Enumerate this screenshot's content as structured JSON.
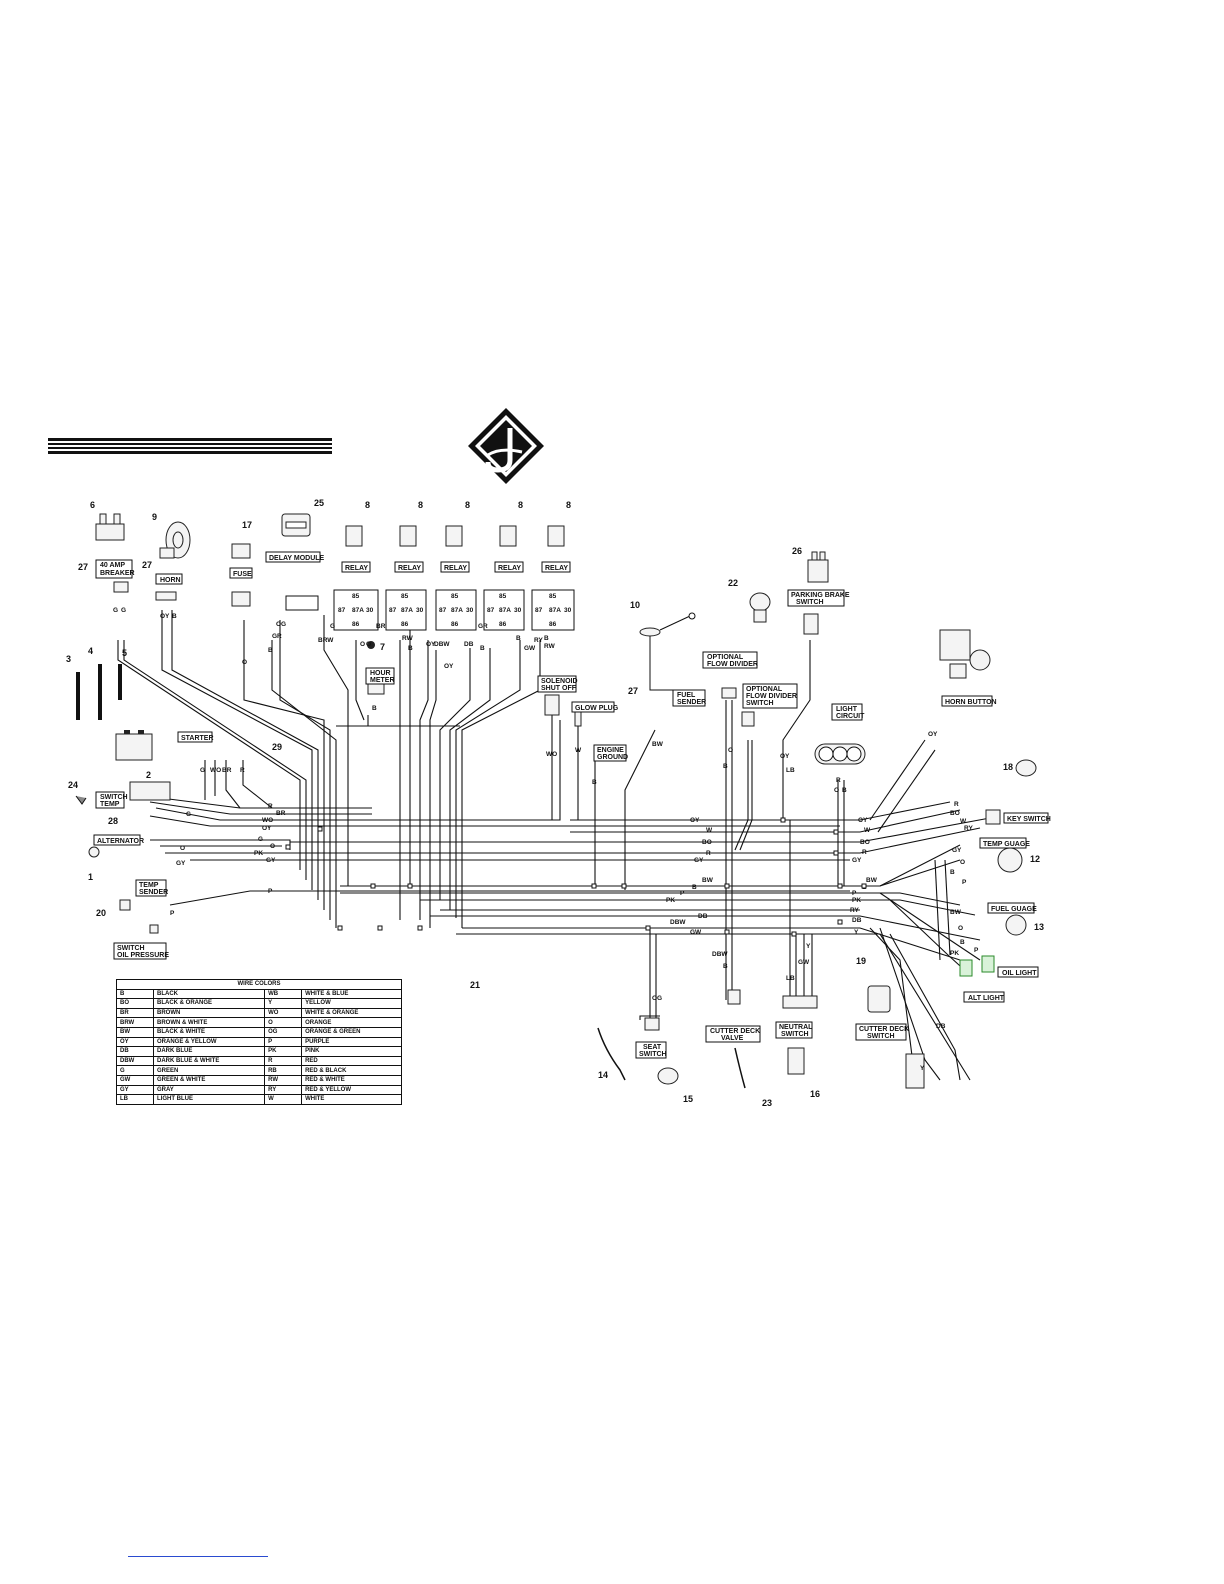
{
  "callouts": {
    "n1": "1",
    "n2": "2",
    "n3": "3",
    "n4": "4",
    "n5": "5",
    "n6": "6",
    "n7": "7",
    "n8a": "8",
    "n8b": "8",
    "n8c": "8",
    "n8d": "8",
    "n8e": "8",
    "n9": "9",
    "n10": "10",
    "n12": "12",
    "n13": "13",
    "n14": "14",
    "n15": "15",
    "n16": "16",
    "n17": "17",
    "n18": "18",
    "n19": "19",
    "n20": "20",
    "n21": "21",
    "n22": "22",
    "n23": "23",
    "n24": "24",
    "n25": "25",
    "n26": "26",
    "n27a": "27",
    "n27b": "27",
    "n27c": "27",
    "n28": "28",
    "n29": "29"
  },
  "labels": {
    "breaker_line1": "40 AMP",
    "breaker_line2": "BREAKER",
    "horn": "HORN",
    "fuse": "FUSE",
    "delay_module": "DELAY MODULE",
    "relay": "RELAY",
    "starter": "STARTER",
    "switch_temp_line1": "SWITCH",
    "switch_temp_line2": "TEMP",
    "alternator": "ALTERNATOR",
    "temp_sender_line1": "TEMP",
    "temp_sender_line2": "SENDER",
    "oil_pressure_line1": "SWITCH",
    "oil_pressure_line2": "OIL PRESSURE",
    "hour_meter_line1": "HOUR",
    "hour_meter_line2": "METER",
    "solenoid_line1": "SOLENOID",
    "solenoid_line2": "SHUT OFF",
    "glow_plug": "GLOW PLUG",
    "engine_ground_line1": "ENGINE",
    "engine_ground_line2": "GROUND",
    "fuel_sender_line1": "FUEL",
    "fuel_sender_line2": "SENDER",
    "flow_divider_line1": "OPTIONAL",
    "flow_divider_line2": "FLOW DIVIDER",
    "fd_switch_line1": "OPTIONAL",
    "fd_switch_line2": "FLOW DIVIDER",
    "fd_switch_line3": "SWITCH",
    "parking_line1": "PARKING BRAKE",
    "parking_line2": "SWITCH",
    "horn_button": "HORN BUTTON",
    "light_circuit_line1": "LIGHT",
    "light_circuit_line2": "CIRCUIT",
    "key_switch": "KEY SWITCH",
    "temp_guage": "TEMP GUAGE",
    "fuel_guage": "FUEL GUAGE",
    "oil_light": "OIL LIGHT",
    "alt_light": "ALT LIGHT",
    "seat_line1": "SEAT",
    "seat_line2": "SWITCH",
    "cutter_valve_line1": "CUTTER DECK",
    "cutter_valve_line2": "VALVE",
    "neutral_line1": "NEUTRAL",
    "neutral_line2": "SWITCH",
    "cutter_switch_line1": "CUTTER DECK",
    "cutter_switch_line2": "SWITCH"
  },
  "wire_labels": {
    "left_top": [
      "R",
      "BR",
      "WO",
      "OY"
    ],
    "left_mid": [
      "G",
      "O",
      "PK",
      "GY"
    ],
    "left_low": [
      "P"
    ],
    "main_trunk": [
      "OY",
      "W",
      "BO",
      "R",
      "GY",
      "BW",
      "B",
      "P",
      "PK",
      "DB",
      "DBW",
      "GW",
      "Y"
    ],
    "right_trunk": [
      "OY",
      "W",
      "BO",
      "R",
      "GY",
      "BW",
      "B",
      "P",
      "PK",
      "RY",
      "DB",
      "Y"
    ],
    "key_switch_pins": [
      "R",
      "BO",
      "W",
      "RY"
    ],
    "breaker_wires": [
      "G",
      "G"
    ],
    "horn_wires": [
      "OY",
      "B"
    ],
    "starter_wires": [
      "G",
      "WO",
      "BR",
      "R"
    ],
    "relay_wires": [
      "G",
      "BRW",
      "OG",
      "GR",
      "B",
      "O",
      "BR",
      "O",
      "O",
      "RW",
      "B",
      "OY",
      "DBW",
      "OY",
      "DB",
      "B",
      "GR",
      "B",
      "GW",
      "RY",
      "B",
      "RW"
    ],
    "misc": [
      "WO",
      "W",
      "B",
      "BW",
      "B",
      "O",
      "B",
      "OY",
      "LB",
      "R",
      "O",
      "B",
      "OY",
      "OG",
      "DBW",
      "B",
      "LB",
      "GW",
      "Y",
      "DB",
      "GY",
      "O",
      "B",
      "P",
      "BW",
      "O",
      "B",
      "PK",
      "P",
      "Y",
      "G",
      "O",
      "GY",
      "P"
    ]
  },
  "relay_pins": {
    "r1": [
      "85",
      "87",
      "87A",
      "30",
      "86"
    ],
    "r2": [
      "85",
      "87",
      "87A",
      "30",
      "86"
    ],
    "r3": [
      "85",
      "87",
      "87A",
      "30",
      "86"
    ],
    "r4": [
      "85",
      "87",
      "87A",
      "30",
      "86"
    ],
    "r5": [
      "85",
      "87",
      "87A",
      "30",
      "86"
    ]
  },
  "wire_colors": {
    "title": "WIRE COLORS",
    "rows": [
      [
        "B",
        "BLACK",
        "WB",
        "WHITE & BLUE"
      ],
      [
        "BO",
        "BLACK & ORANGE",
        "Y",
        "YELLOW"
      ],
      [
        "BR",
        "BROWN",
        "WO",
        "WHITE & ORANGE"
      ],
      [
        "BRW",
        "BROWN & WHITE",
        "O",
        "ORANGE"
      ],
      [
        "BW",
        "BLACK & WHITE",
        "OG",
        "ORANGE & GREEN"
      ],
      [
        "OY",
        "ORANGE & YELLOW",
        "P",
        "PURPLE"
      ],
      [
        "DB",
        "DARK BLUE",
        "PK",
        "PINK"
      ],
      [
        "DBW",
        "DARK BLUE & WHITE",
        "R",
        "RED"
      ],
      [
        "G",
        "GREEN",
        "RB",
        "RED & BLACK"
      ],
      [
        "GW",
        "GREEN & WHITE",
        "RW",
        "RED & WHITE"
      ],
      [
        "GY",
        "GRAY",
        "RY",
        "RED & YELLOW"
      ],
      [
        "LB",
        "LIGHT BLUE",
        "W",
        "WHITE"
      ]
    ]
  }
}
